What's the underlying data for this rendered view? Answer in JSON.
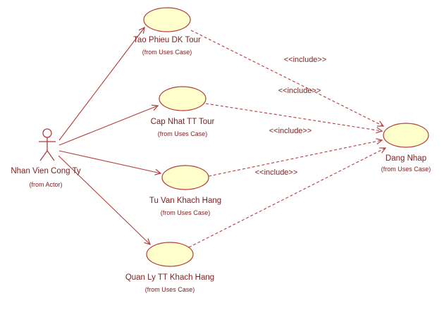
{
  "colors": {
    "line": "#b43c3c",
    "fill": "#ffffcc",
    "text": "#7a1f1f",
    "background": "#ffffff"
  },
  "diagram": {
    "actor": {
      "name": "Nhan Vien Cong Ty",
      "from": "(from Actor)"
    },
    "use_cases": [
      {
        "name": "Tao Phieu DK Tour",
        "from": "(from Uses Case)"
      },
      {
        "name": "Cap Nhat TT Tour",
        "from": "(from Uses Case)"
      },
      {
        "name": "Tu Van Khach Hang",
        "from": "(from Uses Case)"
      },
      {
        "name": "Quan Ly TT Khach Hang",
        "from": "(from Uses Case)"
      },
      {
        "name": "Dang Nhap",
        "from": "(from Uses Case)"
      }
    ],
    "include_label": "<<include>>"
  }
}
